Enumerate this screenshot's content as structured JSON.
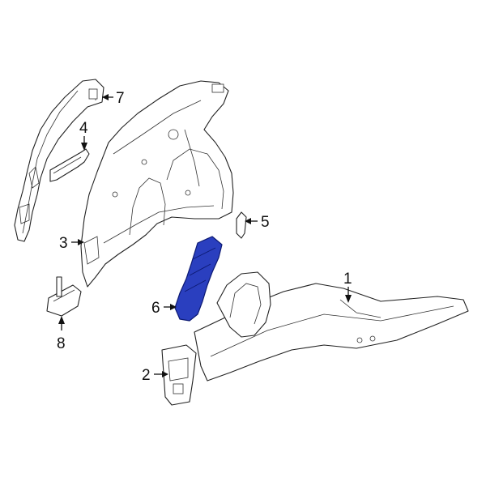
{
  "diagram": {
    "highlight_color": "#2a3fbf",
    "highlight_outline": "#0d1a73",
    "line_color": "#222222",
    "callouts": [
      {
        "id": "1",
        "label": "1"
      },
      {
        "id": "2",
        "label": "2"
      },
      {
        "id": "3",
        "label": "3"
      },
      {
        "id": "4",
        "label": "4"
      },
      {
        "id": "5",
        "label": "5"
      },
      {
        "id": "6",
        "label": "6"
      },
      {
        "id": "7",
        "label": "7"
      },
      {
        "id": "8",
        "label": "8"
      }
    ],
    "highlighted_part": "6"
  }
}
